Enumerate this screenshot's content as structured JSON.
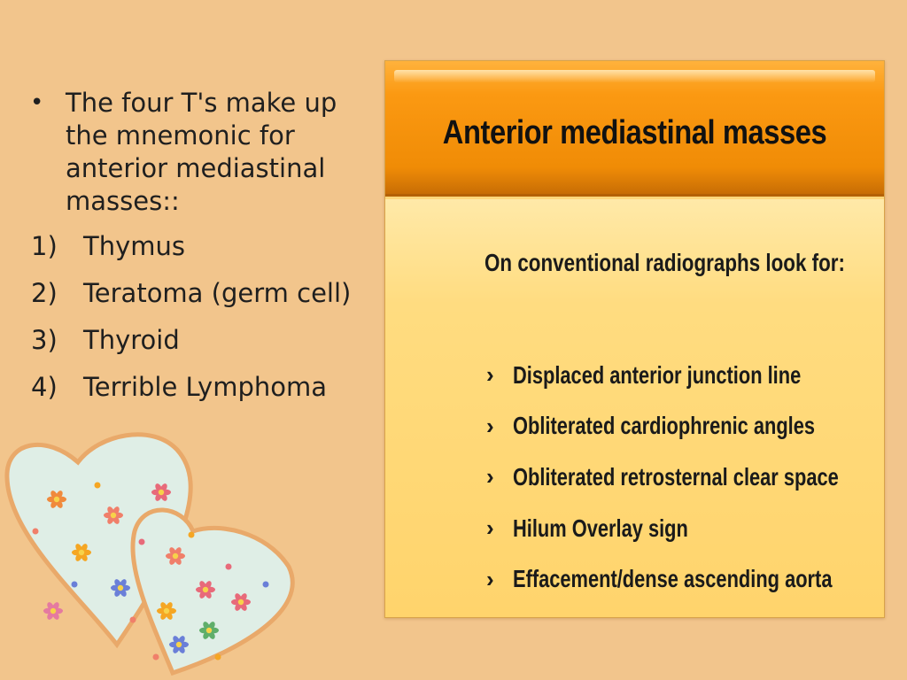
{
  "intro_bullet": "The four T's make up the mnemonic for anterior mediastinal masses::",
  "bullet_symbol": "•",
  "numbered_items": [
    {
      "marker": "1)",
      "text": "Thymus"
    },
    {
      "marker": "2)",
      "text": "Teratoma (germ cell)"
    },
    {
      "marker": "3)",
      "text": "Thyroid"
    },
    {
      "marker": "4)",
      "text": "Terrible Lymphoma"
    }
  ],
  "panel": {
    "title": "Anterior mediastinal masses",
    "subtitle": "On conventional radiographs look for:",
    "bullet_symbol": "›",
    "items": [
      "Displaced anterior junction line",
      "Obliterated cardiophrenic angles",
      "Obliterated retrosternal clear space",
      "Hilum Overlay sign",
      "Effacement/dense ascending aorta"
    ]
  },
  "colors": {
    "slide_background": "#f2c58c",
    "panel_header": "#f08c06",
    "panel_body": "#ffd46c",
    "heart_fill": "#dfeee6",
    "heart_border": "#e9a96a"
  },
  "decoration": {
    "icon": "heart-pair-with-flowers"
  }
}
